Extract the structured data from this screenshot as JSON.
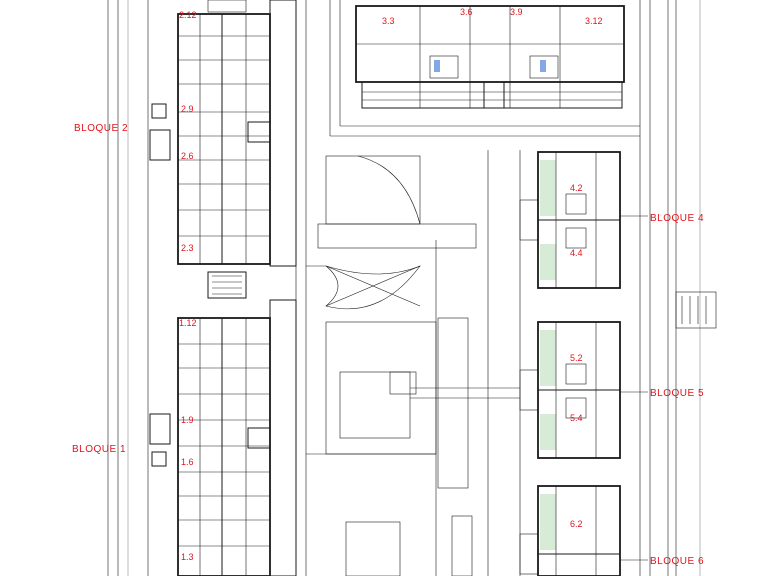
{
  "labels": {
    "bloque_1": "BLOQUE 1",
    "bloque_2": "BLOQUE 2",
    "bloque_4": "BLOQUE 4",
    "bloque_5": "BLOQUE 5",
    "bloque_6": "BLOQUE 6"
  },
  "units": {
    "u_2_12": "2.12",
    "u_2_9": "2.9",
    "u_2_6": "2.6",
    "u_2_3": "2.3",
    "u_1_12": "1.12",
    "u_1_9": "1.9",
    "u_1_6": "1.6",
    "u_1_3": "1.3",
    "u_3_3": "3.3",
    "u_3_6": "3.6",
    "u_3_9": "3.9",
    "u_3_12": "3.12",
    "u_4_2": "4.2",
    "u_4_4": "4.4",
    "u_5_2": "5.2",
    "u_5_4": "5.4",
    "u_6_2": "6.2"
  },
  "colors": {
    "label_red": "#e0141e",
    "line": "#1a1a1a",
    "garden_green": "#d6ecd6",
    "window_blue": "#2f6fd6"
  }
}
